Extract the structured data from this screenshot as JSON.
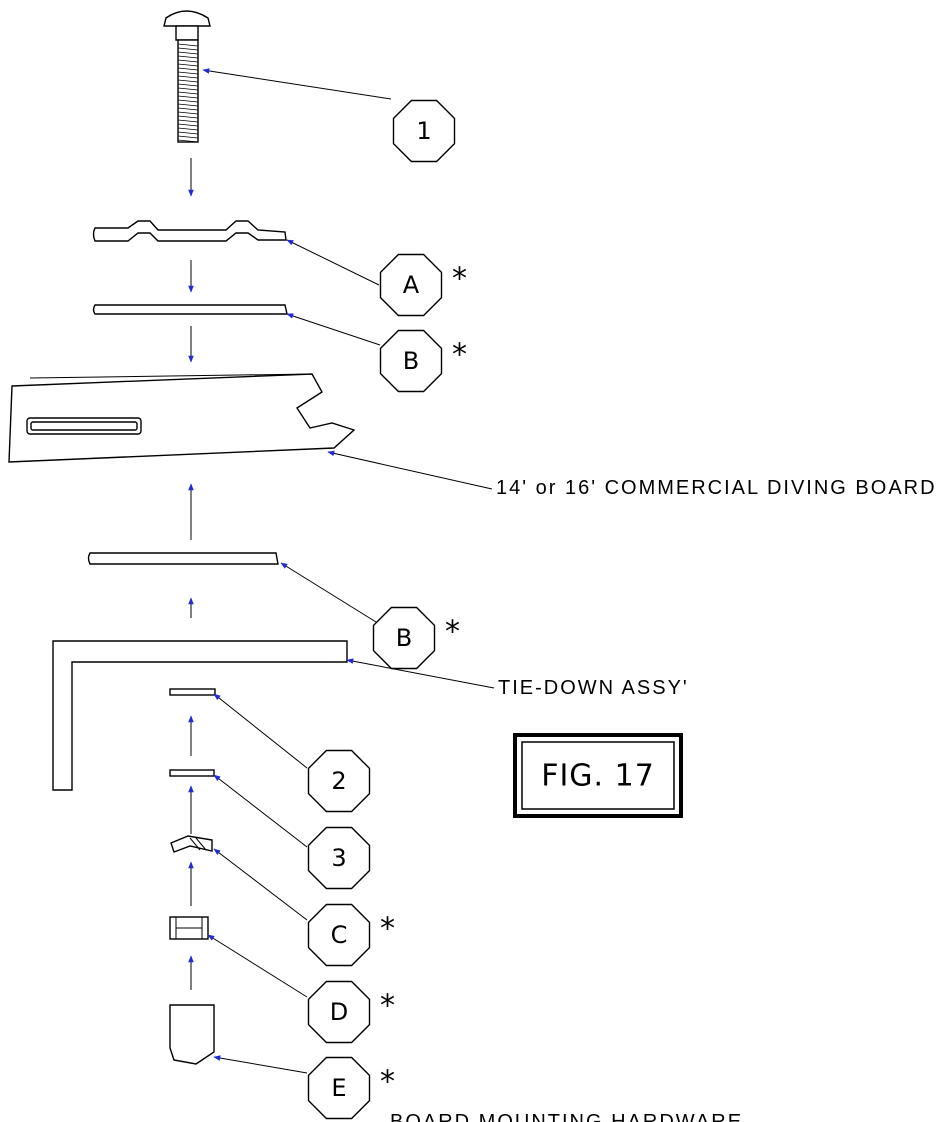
{
  "colors": {
    "line": "#000000",
    "arrow": "#1f2bd6"
  },
  "callouts": [
    {
      "key": "bolt",
      "label": "1",
      "star": ""
    },
    {
      "key": "a",
      "label": "A",
      "star": "*"
    },
    {
      "key": "b1",
      "label": "B",
      "star": "*"
    },
    {
      "key": "b2",
      "label": "B",
      "star": "*"
    },
    {
      "key": "item2",
      "label": "2",
      "star": ""
    },
    {
      "key": "item3",
      "label": "3",
      "star": ""
    },
    {
      "key": "c",
      "label": "C",
      "star": "*"
    },
    {
      "key": "d",
      "label": "D",
      "star": "*"
    },
    {
      "key": "e",
      "label": "E",
      "star": "*"
    }
  ],
  "notes": {
    "board": "14' or 16' COMMERCIAL DIVING BOARD",
    "tiedown": "TIE-DOWN ASSY'",
    "footer": "BOARD MOUNTING HARDWARE"
  },
  "figure_label": "FIG. 17"
}
